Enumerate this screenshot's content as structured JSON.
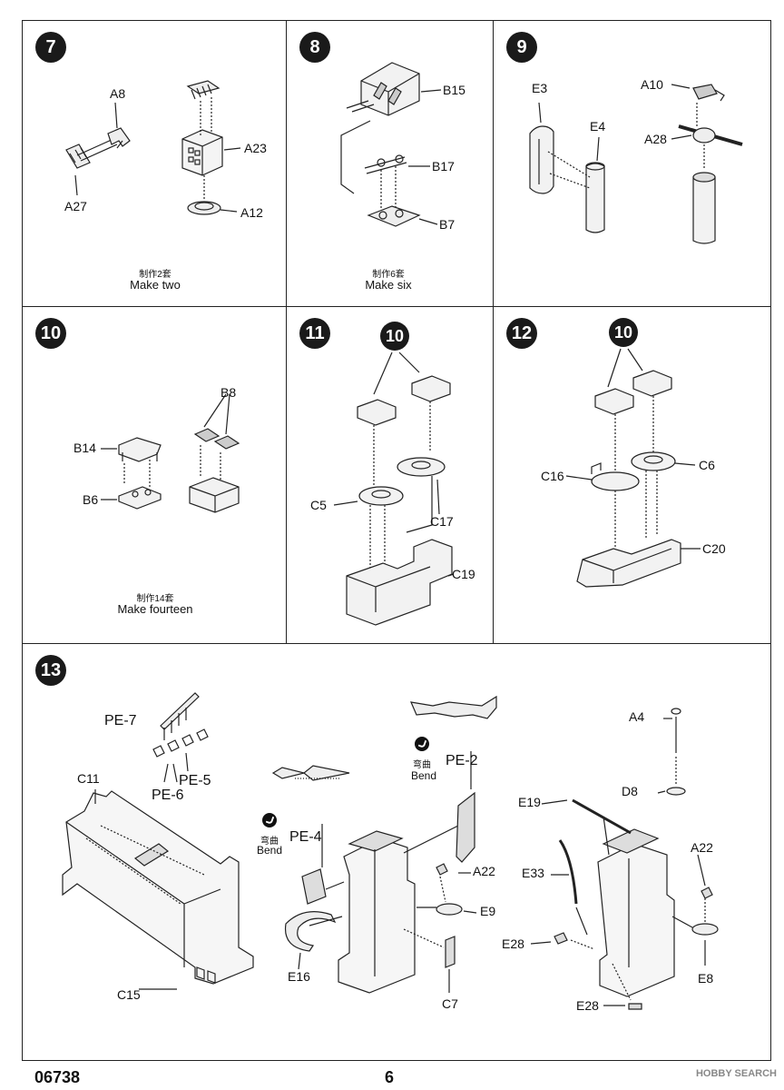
{
  "steps": [
    {
      "num": "7",
      "labels": [
        "A8",
        "A27",
        "A23",
        "A12"
      ],
      "note_cn": "制作2套",
      "note_en": "Make two"
    },
    {
      "num": "8",
      "labels": [
        "B15",
        "B17",
        "B7"
      ],
      "note_cn": "制作6套",
      "note_en": "Make six"
    },
    {
      "num": "9",
      "labels": [
        "E3",
        "E4",
        "A10",
        "A28"
      ]
    },
    {
      "num": "10",
      "labels": [
        "B8",
        "B14",
        "B6"
      ],
      "note_cn": "制作14套",
      "note_en": "Make fourteen"
    },
    {
      "num": "11",
      "sub": "10",
      "labels": [
        "C5",
        "C17",
        "C19"
      ]
    },
    {
      "num": "12",
      "sub": "10",
      "labels": [
        "C16",
        "C6",
        "C20"
      ]
    },
    {
      "num": "13",
      "labels": [
        "PE-7",
        "PE-5",
        "PE-6",
        "C11",
        "C15",
        "PE-4",
        "E16",
        "PE-2",
        "A22",
        "E9",
        "C7",
        "A4",
        "D8",
        "E19",
        "E33",
        "A22",
        "E28",
        "E8",
        "E28"
      ],
      "bend_cn": "弯曲",
      "bend_en": "Bend"
    }
  ],
  "footer": {
    "code": "06738",
    "page": "6"
  },
  "watermark": "HOBBY SEARCH"
}
